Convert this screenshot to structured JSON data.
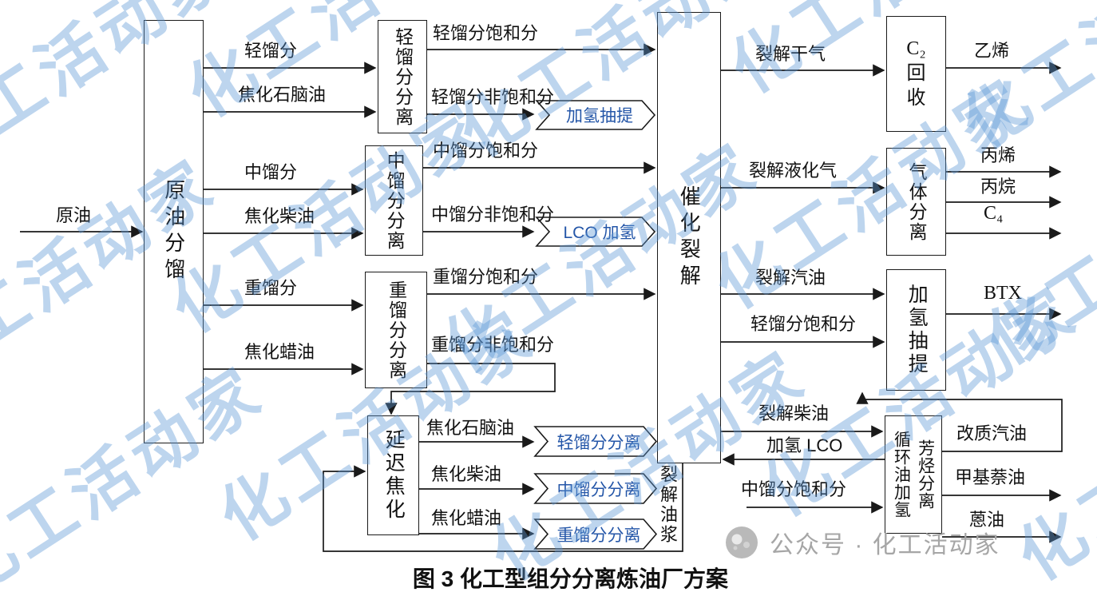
{
  "title": "图 3  化工型组分分离炼油厂方案",
  "colors": {
    "diagram-line": "#1a1a1a",
    "box-border": "#1a1a1a",
    "banner-text": "#2456a8",
    "watermark-blue": "#5b97d6",
    "footer-gray": "#a6a6a6"
  },
  "boxes": {
    "crude_fractionation": "原油分馏",
    "light_sep": "轻馏分分离",
    "mid_sep": "中馏分分离",
    "heavy_sep": "重馏分分离",
    "delayed_coking": "延迟焦化",
    "catalytic_cracking": "催化裂解",
    "c2_recovery": [
      "C₂",
      "回",
      "收"
    ],
    "gas_sep": "气体分离",
    "hydro_extraction": "加氢抽提",
    "cycle_oil_left": "循环油加氢",
    "cycle_oil_right": "芳烃分离"
  },
  "banners": {
    "hydro_extract": "加氢抽提",
    "lco_hydro": "LCO 加氢",
    "light_sep": "轻馏分分离",
    "mid_sep": "中馏分分离",
    "heavy_sep": "重馏分分离"
  },
  "streams": {
    "crude": "原油",
    "light_fraction": "轻馏分",
    "coker_naphtha": "焦化石脑油",
    "mid_fraction": "中馏分",
    "coker_diesel": "焦化柴油",
    "heavy_fraction": "重馏分",
    "coker_wax": "焦化蜡油",
    "light_sat": "轻馏分饱和分",
    "light_unsat": "轻馏分非饱和分",
    "mid_sat": "中馏分饱和分",
    "mid_unsat": "中馏分非饱和分",
    "heavy_sat": "重馏分饱和分",
    "heavy_unsat": "重馏分非饱和分",
    "slurry": "裂解油浆",
    "cracked_dry_gas": "裂解干气",
    "ethylene": "乙烯",
    "cracked_lpg": "裂解液化气",
    "propylene": "丙烯",
    "propane": "丙烷",
    "c4": "C₄",
    "cracked_gasoline": "裂解汽油",
    "btx": "BTX",
    "cracked_diesel": "裂解柴油",
    "hydro_lco": "加氢 LCO",
    "reformed_gasoline": "改质汽油",
    "methylnaphthalene_oil": "甲基萘油",
    "anthracene_oil": "蒽油"
  },
  "watermark": {
    "text": "化工活动家"
  },
  "footer": {
    "text": "公众号 · 化工活动家"
  }
}
